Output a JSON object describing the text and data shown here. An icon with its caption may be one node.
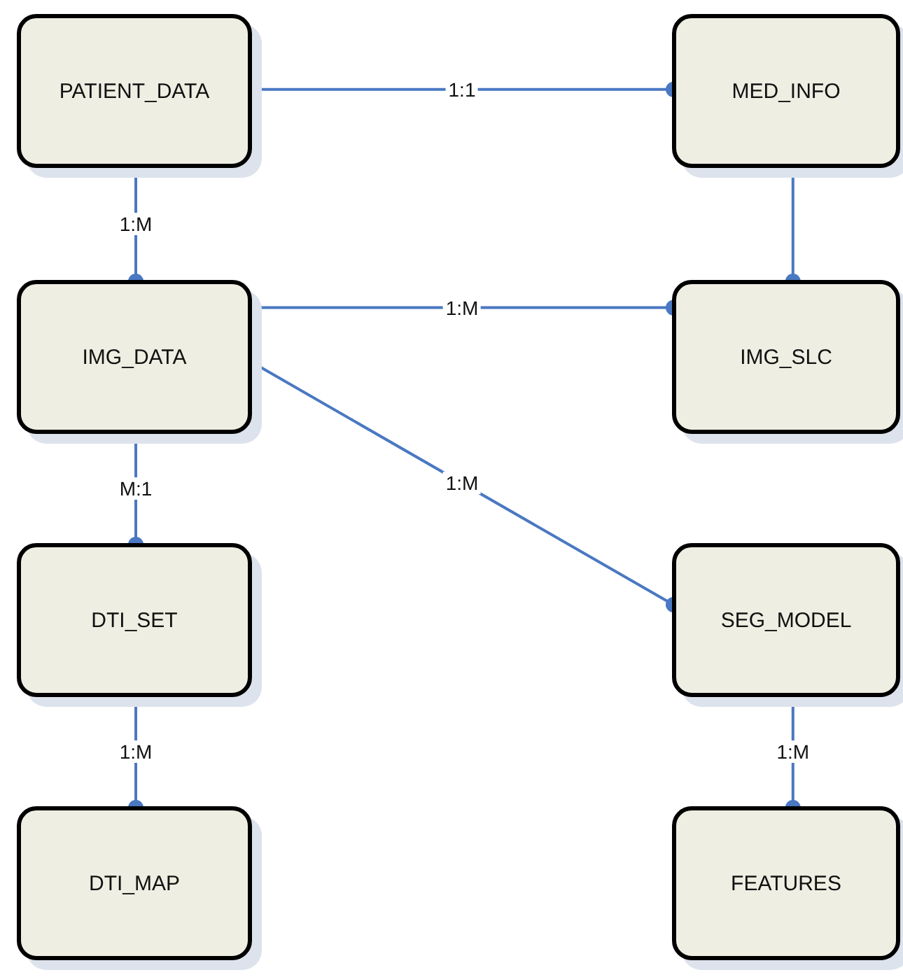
{
  "diagram": {
    "nodes": [
      {
        "text": [
          "PATIENT_DATA"
        ]
      },
      {
        "text": [
          "MED_INFO"
        ]
      },
      {
        "text": [
          "IMG_DATA"
        ]
      },
      {
        "text": [
          "IMG_SLC"
        ]
      },
      {
        "text": [
          "DTI_SET"
        ]
      },
      {
        "text": [
          "SEG_MODEL"
        ]
      },
      {
        "text": [
          "DTI_MAP"
        ]
      },
      {
        "text": [
          "FEATURES"
        ]
      }
    ],
    "edges": [
      {
        "from": 0,
        "to": 1,
        "arrow": "other",
        "label": "1:1"
      },
      {
        "from": 0,
        "to": 2,
        "arrow": "other",
        "label": "1:M"
      },
      {
        "from": 1,
        "to": 3,
        "arrow": "other"
      },
      {
        "from": 2,
        "to": 3,
        "arrow": "other",
        "label": "1:M"
      },
      {
        "from": 2,
        "to": 5,
        "arrow": "other",
        "label": "1:M"
      },
      {
        "from": 2,
        "to": 4,
        "arrow": "other",
        "label": "M:1"
      },
      {
        "from": 4,
        "to": 6,
        "arrow": "other",
        "label": "1:M"
      },
      {
        "from": 5,
        "to": 7,
        "arrow": "other",
        "label": "1:M"
      }
    ]
  }
}
